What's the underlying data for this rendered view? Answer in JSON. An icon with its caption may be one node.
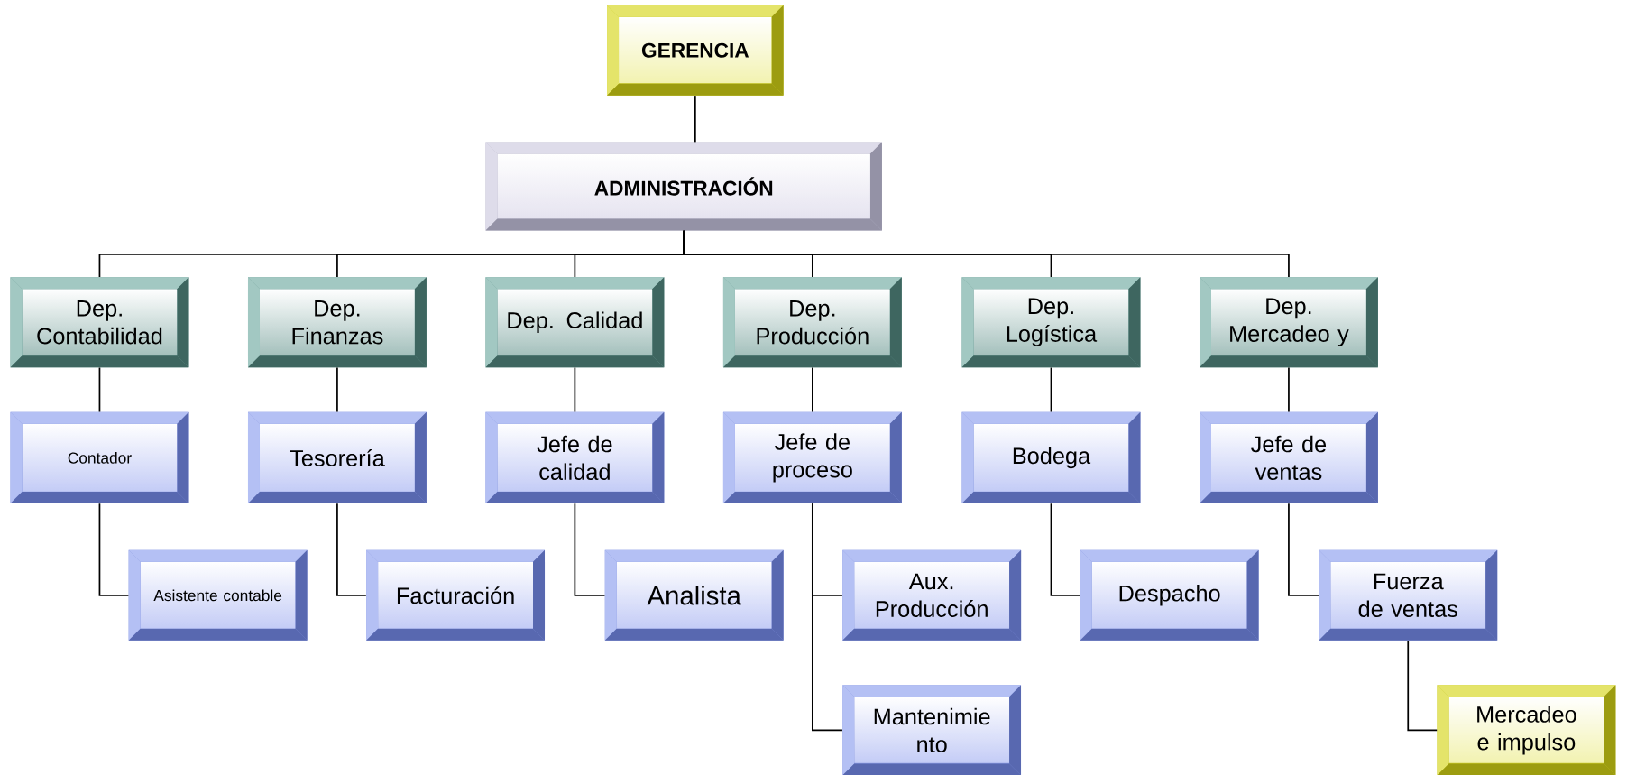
{
  "diagram": {
    "nodes": [
      {
        "text": [
          "GERENCIA"
        ]
      },
      {
        "text": [
          "ADMINISTRACIÓN"
        ]
      },
      {
        "text": [
          "Dep. Contabilidad"
        ]
      },
      {
        "text": [
          "Dep. Finanzas"
        ]
      },
      {
        "text": [
          "Dep. Calidad"
        ]
      },
      {
        "text": [
          "Dep. Producción"
        ]
      },
      {
        "text": [
          "Dep. Logística"
        ]
      },
      {
        "text": [
          "Dep. Mercadeo y"
        ]
      },
      {
        "text": [
          "Contador"
        ]
      },
      {
        "text": [
          "Tesorería"
        ]
      },
      {
        "text": [
          "Jefe de calidad"
        ]
      },
      {
        "text": [
          "Jefe de proceso"
        ]
      },
      {
        "text": [
          "Bodega"
        ]
      },
      {
        "text": [
          "Jefe de ventas"
        ]
      },
      {
        "text": [
          "Asistente contable"
        ]
      },
      {
        "text": [
          "Facturación"
        ]
      },
      {
        "text": [
          "Analista"
        ]
      },
      {
        "text": [
          "Aux. Producción"
        ]
      },
      {
        "text": [
          "Despacho"
        ]
      },
      {
        "text": [
          "Fuerza de ventas"
        ]
      },
      {
        "text": [
          "Mantenimie nto"
        ]
      },
      {
        "text": [
          "Mercadeo e impulso"
        ]
      }
    ],
    "edges": [
      {
        "from": 0,
        "to": 1,
        "arrow": "none"
      },
      {
        "from": 1,
        "to": 2,
        "arrow": "none"
      },
      {
        "from": 1,
        "to": 3,
        "arrow": "none"
      },
      {
        "from": 1,
        "to": 4,
        "arrow": "none"
      },
      {
        "from": 1,
        "to": 5,
        "arrow": "none"
      },
      {
        "from": 1,
        "to": 6,
        "arrow": "none"
      },
      {
        "from": 1,
        "to": 7,
        "arrow": "none"
      },
      {
        "from": 2,
        "to": 8,
        "arrow": "none"
      },
      {
        "from": 3,
        "to": 9,
        "arrow": "none"
      },
      {
        "from": 4,
        "to": 10,
        "arrow": "none"
      },
      {
        "from": 5,
        "to": 11,
        "arrow": "none"
      },
      {
        "from": 6,
        "to": 12,
        "arrow": "none"
      },
      {
        "from": 7,
        "to": 13,
        "arrow": "none"
      },
      {
        "from": 8,
        "to": 14,
        "arrow": "none"
      },
      {
        "from": 9,
        "to": 15,
        "arrow": "none"
      },
      {
        "from": 10,
        "to": 16,
        "arrow": "none"
      },
      {
        "from": 11,
        "to": 17,
        "arrow": "none"
      },
      {
        "from": 12,
        "to": 18,
        "arrow": "none"
      },
      {
        "from": 13,
        "to": 19,
        "arrow": "none"
      },
      {
        "from": 11,
        "to": 20,
        "arrow": "none"
      },
      {
        "from": 19,
        "to": 21,
        "arrow": "none"
      }
    ]
  }
}
